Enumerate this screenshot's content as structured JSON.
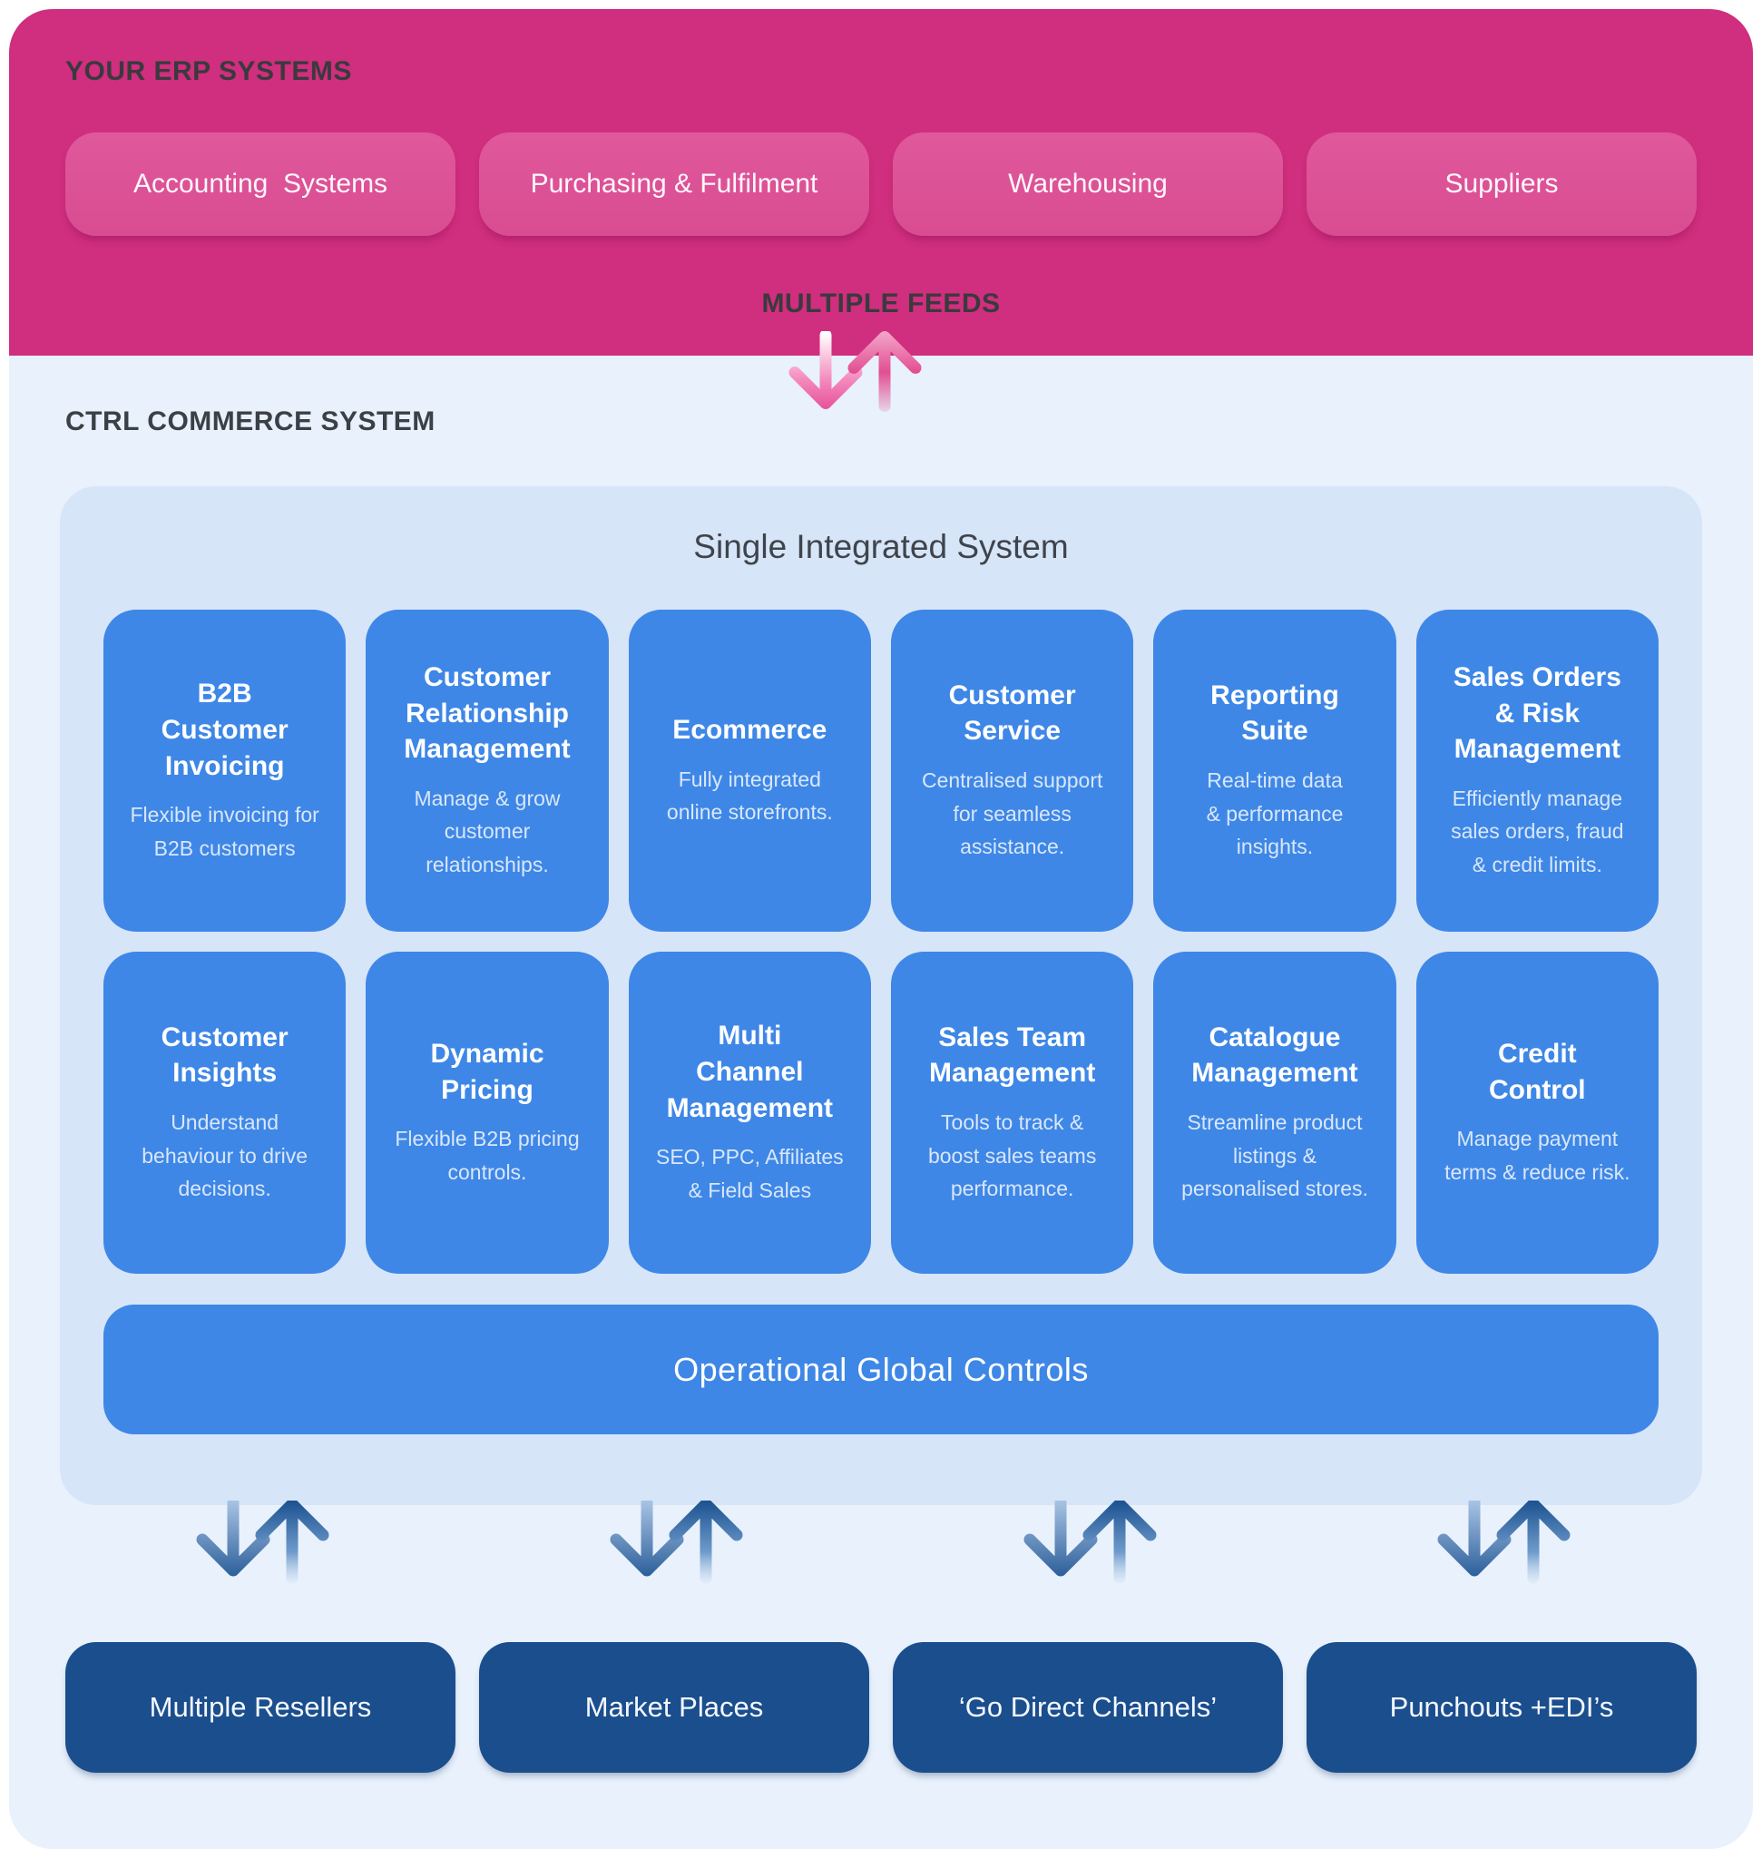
{
  "erp": {
    "section_label": "YOUR ERP SYSTEMS",
    "systems": [
      "Accounting  Systems",
      "Purchasing & Fulfilment",
      "Warehousing",
      "Suppliers"
    ],
    "feeds_label": "MULTIPLE FEEDS"
  },
  "ctrl": {
    "section_label": "CTRL COMMERCE SYSTEM",
    "panel_title": "Single Integrated System",
    "modules": [
      {
        "title": "B2B\nCustomer\nInvoicing",
        "desc": "Flexible invoicing for\nB2B customers"
      },
      {
        "title": "Customer\nRelationship\nManagement",
        "desc": "Manage & grow\ncustomer\nrelationships."
      },
      {
        "title": "Ecommerce",
        "desc": "Fully integrated\nonline storefronts."
      },
      {
        "title": "Customer\nService",
        "desc": "Centralised support\nfor seamless\nassistance."
      },
      {
        "title": "Reporting\nSuite",
        "desc": "Real-time data\n& performance\ninsights."
      },
      {
        "title": "Sales Orders\n& Risk\nManagement",
        "desc": "Efficiently manage\nsales orders, fraud\n& credit limits."
      },
      {
        "title": "Customer\nInsights",
        "desc": "Understand\nbehaviour to drive\ndecisions."
      },
      {
        "title": "Dynamic\nPricing",
        "desc": "Flexible B2B pricing\ncontrols."
      },
      {
        "title": "Multi\nChannel\nManagement",
        "desc": "SEO, PPC, Affiliates\n& Field Sales"
      },
      {
        "title": "Sales Team\nManagement",
        "desc": "Tools to track &\nboost sales teams\nperformance."
      },
      {
        "title": "Catalogue\nManagement",
        "desc": "Streamline product\nlistings &\npersonalised stores."
      },
      {
        "title": "Credit\nControl",
        "desc": "Manage payment\nterms & reduce risk."
      }
    ],
    "controls_label": "Operational Global Controls"
  },
  "channels": [
    "Multiple Resellers",
    "Market Places",
    "‘Go Direct Channels’",
    "Punchouts +EDI’s"
  ],
  "colors": {
    "pink_bg": "#D02E7E",
    "pink_pill": "#DC5296",
    "page_bg": "#E8F1FC",
    "panel_bg": "#D7E5F8",
    "module_blue": "#3E87E7",
    "channel_navy": "#1B4E8D",
    "dark_text": "#3A3A3E"
  }
}
